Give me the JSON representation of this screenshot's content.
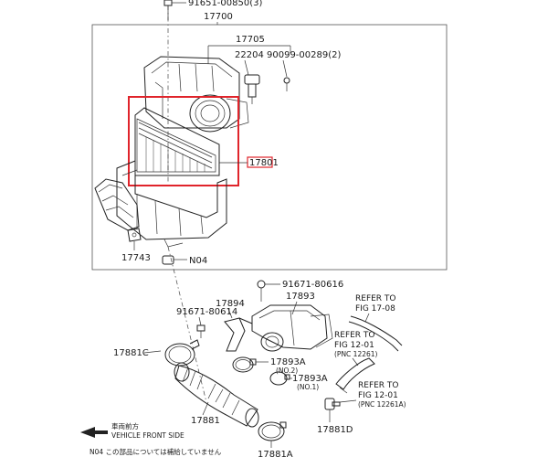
{
  "colors": {
    "highlight": "#e0242b",
    "ink": "#222222"
  },
  "labels": {
    "p91651": "91651-00850(3)",
    "p17700": "17700",
    "p17705": "17705",
    "p22204": "22204",
    "p90099": "90099-00289(2)",
    "p17801": "17801",
    "p17743": "17743",
    "pN04": "N04",
    "p91671a": "91671-80616",
    "p17893": "17893",
    "p17894": "17894",
    "p91671b": "91671-80614",
    "refer1_a": "REFER TO",
    "refer1_b": "FIG 17-08",
    "refer2_a": "REFER TO",
    "refer2_b": "FIG 12-01",
    "refer2_c": "(PNC 12261)",
    "refer3_a": "REFER TO",
    "refer3_b": "FIG 12-01",
    "refer3_c": "(PNC 12261A)",
    "p17881C": "17881C",
    "p17893A1": "17893A",
    "p17893A1_sub": "(NO.2)",
    "p17893A2": "17893A",
    "p17893A2_sub": "(NO.1)",
    "p17881": "17881",
    "p17881D": "17881D",
    "p17881A": "17881A",
    "front_jp": "車両前方",
    "front_en": "VEHICLE FRONT SIDE",
    "note": "N04  この部品については補給していません"
  }
}
